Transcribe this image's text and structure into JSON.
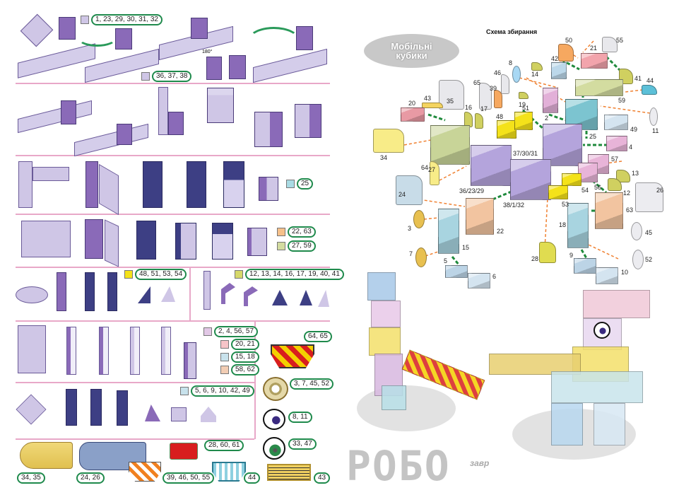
{
  "left_page": {
    "legend": [
      {
        "label": "1, 23, 29, 30, 31, 32",
        "swatch": "#cfc6e6"
      },
      {
        "label": "36, 37, 38",
        "swatch": "#cfc6e6"
      },
      {
        "label": "25",
        "swatch": "#a9dbe4"
      },
      {
        "label": "22, 63",
        "swatch": "#f6c08a"
      },
      {
        "label": "27, 59",
        "swatch": "#d3dca0"
      },
      {
        "label": "48, 51, 53, 54",
        "swatch": "#f4e21a"
      },
      {
        "label": "12, 13, 14, 16, 17, 19, 40, 41",
        "swatch": "#d6d86a"
      },
      {
        "label": "2, 4, 56, 57",
        "swatch": "#e2c8e6"
      },
      {
        "label": "20, 21",
        "swatch": "#f6c4c8"
      },
      {
        "label": "15, 18",
        "swatch": "#c8e2ec"
      },
      {
        "label": "58, 62",
        "swatch": "#f2cdb4"
      },
      {
        "label": "5, 6, 9, 10, 42, 49",
        "swatch": "#c8e2ec"
      }
    ],
    "angle_label": "180°",
    "decals": [
      {
        "label": "64, 65"
      },
      {
        "label": "3, 7, 45, 52"
      },
      {
        "label": "8, 11"
      },
      {
        "label": "33, 47"
      },
      {
        "label": "28, 60, 61"
      },
      {
        "label": "34, 35"
      },
      {
        "label": "24, 26"
      },
      {
        "label": "39, 46, 50, 55"
      },
      {
        "label": "44"
      },
      {
        "label": "43"
      }
    ]
  },
  "right_page": {
    "logo_text": "Мобільні кубики",
    "title": "Схема збирання",
    "parts": [
      {
        "label": "50",
        "color": "#f6a860"
      },
      {
        "label": "55",
        "color": "#e8e8ec"
      },
      {
        "label": "21",
        "color": "#f2a4ac"
      },
      {
        "label": "42",
        "color": "#bcd8ea"
      },
      {
        "label": "14",
        "color": "#d0d060"
      },
      {
        "label": "41",
        "color": "#d0d060"
      },
      {
        "label": "59",
        "color": "#d3dca0"
      },
      {
        "label": "44",
        "color": "#5cc0d8"
      },
      {
        "label": "8",
        "color": "#a8d8f4"
      },
      {
        "label": "46",
        "color": "#e8e8ec"
      },
      {
        "label": "65",
        "color": "#e8e8ec"
      },
      {
        "label": "39",
        "color": "#f6a860"
      },
      {
        "label": "19",
        "color": "#d0d060"
      },
      {
        "label": "2",
        "color": "#e2b0d8"
      },
      {
        "label": "25",
        "color": "#7cc4d0"
      },
      {
        "label": "49",
        "color": "#d4e4f0"
      },
      {
        "label": "11",
        "color": "#ececf0"
      },
      {
        "label": "35",
        "color": "#e8e8ec"
      },
      {
        "label": "43",
        "color": "#f4d460"
      },
      {
        "label": "20",
        "color": "#e89aa4"
      },
      {
        "label": "16",
        "color": "#d0d060"
      },
      {
        "label": "17",
        "color": "#d0d060"
      },
      {
        "label": "48",
        "color": "#f4e21a"
      },
      {
        "label": "51",
        "color": "#f4e21a"
      },
      {
        "label": "34",
        "color": "#f8ec88"
      },
      {
        "label": "27",
        "color": "#c8d498"
      },
      {
        "label": "37/30/31",
        "color": "#b4a4dc"
      },
      {
        "label": "4",
        "color": "#e8b4d8"
      },
      {
        "label": "36/23/29",
        "color": "#b4a4dc"
      },
      {
        "label": "64",
        "color": "#f8ec88"
      },
      {
        "label": "38/1/32",
        "color": "#b4a4dc"
      },
      {
        "label": "57",
        "color": "#e8b4d8"
      },
      {
        "label": "56",
        "color": "#e8b4d8"
      },
      {
        "label": "13",
        "color": "#d0d060"
      },
      {
        "label": "12",
        "color": "#d0d060"
      },
      {
        "label": "54",
        "color": "#f4e21a"
      },
      {
        "label": "53",
        "color": "#f4e21a"
      },
      {
        "label": "24",
        "color": "#c8dce8"
      },
      {
        "label": "26",
        "color": "#ececf0"
      },
      {
        "label": "22",
        "color": "#f2c4a0"
      },
      {
        "label": "63",
        "color": "#f2c4a0"
      },
      {
        "label": "3",
        "color": "#e8c050"
      },
      {
        "label": "15",
        "color": "#a8d4e0"
      },
      {
        "label": "7",
        "color": "#e8c050"
      },
      {
        "label": "18",
        "color": "#a8d4e0"
      },
      {
        "label": "45",
        "color": "#ececf0"
      },
      {
        "label": "52",
        "color": "#ececf0"
      },
      {
        "label": "28",
        "color": "#e0dc50"
      },
      {
        "label": "5",
        "color": "#bcd4e6"
      },
      {
        "label": "6",
        "color": "#d4e4f0"
      },
      {
        "label": "9",
        "color": "#bcd4e6"
      },
      {
        "label": "10",
        "color": "#d4e4f0"
      }
    ],
    "brand": "РОБО",
    "brand_suffix": "завр"
  }
}
